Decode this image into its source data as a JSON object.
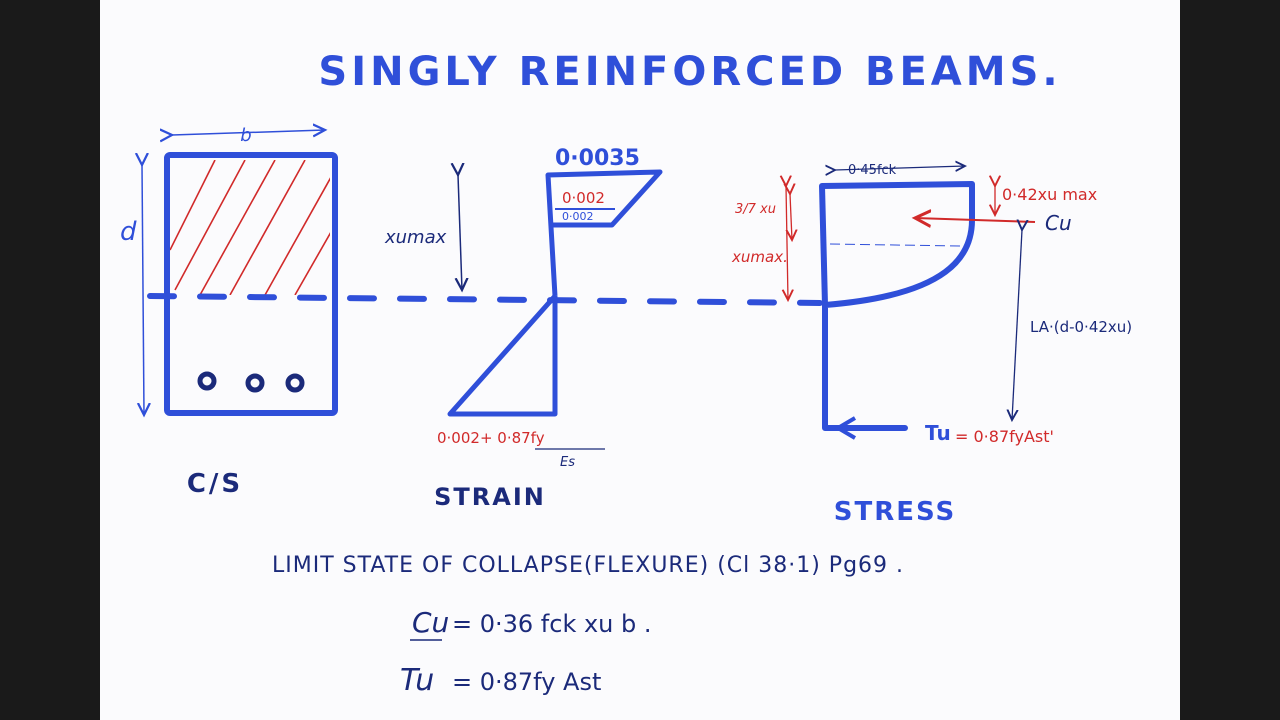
{
  "title": "SINGLY REINFORCED BEAMS.",
  "cross_section": {
    "width_label": "b",
    "depth_label": "d",
    "caption": "C/S"
  },
  "strain": {
    "top_strain": "0·0035",
    "strain_1": "0·002",
    "strain_2": "0·002",
    "depth_label": "xumax",
    "bottom_strain": "0·002+ 0·87fy",
    "bottom_strain_den": "Es",
    "caption": "STRAIN"
  },
  "stress": {
    "top_label": "0·45fck",
    "block_depth_label": "3/7 xu",
    "depth_label": "xumax.",
    "centroid_label": "0·42xu max",
    "compression_label": "Cu",
    "lever_arm_label": "LA·(d-0·42xu)",
    "tension_label": "Tu",
    "tension_value": "= 0·87fyAst'",
    "caption": "STRESS"
  },
  "notes": {
    "heading": "LIMIT STATE OF COLLAPSE(FLEXURE) (Cl 38·1) Pg69 .",
    "eq1_lhs": "Cu",
    "eq1_rhs": "= 0·36 fck xu b .",
    "eq2_lhs": "Tu",
    "eq2_rhs": "= 0·87fy Ast"
  },
  "colors": {
    "blue_ink": "#2f4fd9",
    "red_ink": "#d12a2a",
    "dark_ink": "#1b2a7a",
    "paper": "#fbfbfd"
  }
}
